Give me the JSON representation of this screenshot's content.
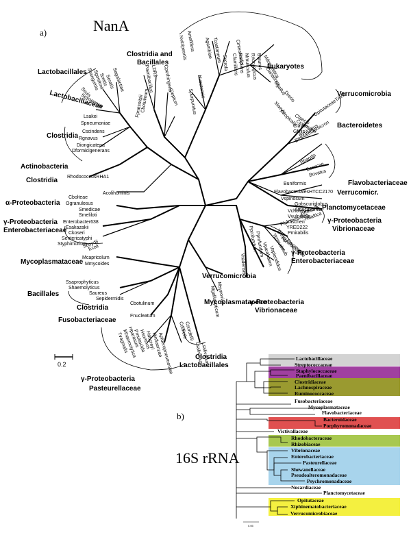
{
  "panel_a": {
    "letter": "a)",
    "title": "NanA",
    "scale_label": "0.2",
    "groups": {
      "eukaryotes": "Eukaryotes",
      "clostridia_bacillales": [
        "Clostridia and",
        "Bacillales"
      ],
      "lactobacillales": "Lactobacillales",
      "lactobacillaceae": "Lactobacillaceae",
      "clostridia_1": "Clostridia",
      "actinobacteria": "Actinobacteria",
      "clostridia_2": "Clostridia",
      "alpha_proteo": "α-Proteobacteria",
      "gamma_entero_left": [
        "γ-Proteobacteria",
        "Enterobacteriaceae"
      ],
      "mycoplasmataceae_left": "Mycoplasmataceae",
      "bacillales": "Bacillales",
      "clostridia_3": "Clostridia",
      "fusobacteriaceae": "Fusobacteriaceae",
      "gamma_pasteurellaceae": [
        "γ-Proteobacteria",
        "Pasteurellaceae"
      ],
      "clostridia_lacto": [
        "Clostridia",
        "Lactobacillales"
      ],
      "mycoplasmataceae_right": "Mycoplasmataceae",
      "verrucomicrobia_mid": "Verrucomicrobia",
      "gamma_vibrio_bottom": [
        "γ-Proteobacteria",
        "Vibrionaceae"
      ],
      "gamma_entero_right": [
        "γ-Proteobacteria",
        "Enterobacteriaceae"
      ],
      "gamma_vibrio_right": [
        "γ-Proteobacteria",
        "Vibrionaceae"
      ],
      "planctomycetaceae": "Planctomycetaceae",
      "verrucomicr": "Verrucomicr.",
      "flavobacteriaceae": "Flavobacteriaceae",
      "bacteroidetes": "Bacteroidetes",
      "verrucomicrobia_top": "Verrucomicrobia"
    },
    "leaves": {
      "eukaryotes": [
        "Nvitripennis",
        "Amellifera",
        "Agambiae",
        "Tcastaneum",
        "Spurpuratus",
        "Nvectensis",
        "Cintestinalis",
        "Mdomestica",
        "Oanatinus",
        "Ggallus",
        "Drerio",
        "Xlaevis",
        "Xtropicalis",
        "Cfamiliaris",
        "Hsapiens",
        "Mmusculus",
        "Rnorvegicus",
        "Btaurus",
        "Sscrofa"
      ],
      "clostridia_bacillales": [
        "Paenibacillus",
        "LDR2",
        "Cbotulinum",
        "Fpratsnitzii",
        "Cperfringens",
        "Cleptum"
      ],
      "lactobacillales": [
        "Ssanguinis",
        "Sgordonii",
        "Smitis",
        "Soralis",
        "Sagalactiae",
        "Ssuis",
        "Spyogenes",
        "Lsakei",
        "Spneumoniae"
      ],
      "clostridia_1": [
        "Cscindens",
        "Rgnavus",
        "Diongicatena",
        "Dformicigenerans"
      ],
      "actinobacteria": [
        "RhodococcusRHA1",
        "Acolihominis"
      ],
      "alpha_proteo": [
        "Cbolteae",
        "Ogranulosus",
        "Smedicae",
        "Smeliloti"
      ],
      "gamma_entero_left": [
        "Enterobacter638",
        "Esakazakii",
        "Ckoseri",
        "Sentericatyphi",
        "Styphimurium",
        "Ecoli",
        "Sboydii"
      ],
      "mycoplasmataceae_left": [
        "Mcapricolum",
        "Mmycoides"
      ],
      "bacillales": [
        "Ssaprophyticus",
        "Shaemolyticus",
        "Saureus",
        "Sepidermidis"
      ],
      "clostridia_3": [
        "Cbotulinum"
      ],
      "fusobacteriaceae": [
        "Fnucleatum"
      ],
      "gamma_pasteurellaceae": [
        "Hparasuis",
        "Mhaemolytica",
        "Tvaginalis",
        "Pmultocida",
        "Hsomnus",
        "Hducreyi",
        "Hinfluenzae",
        "Aplueropneumoniae"
      ],
      "clostridia_lacto": [
        "Cdifficile",
        "Csordellii",
        "Lsalivarius",
        "Lsalivarium"
      ],
      "mycoplasmataceae_right": [
        "Mgallisepticum",
        "Msynoviae"
      ],
      "verrucomicrobia_mid": [
        "Vradensis",
        "Pprofundum"
      ],
      "gamma_vibrio_bottom": [
        "Pprofundum",
        "Vparahaem",
        "Vsplendidus"
      ],
      "gamma_entero_right": [
        "Ypseudotub",
        "Ypestis",
        "Kpneumoniae",
        "Emcroveri",
        "Pmirabilis",
        "YRED222",
        "Pluminescens"
      ],
      "gamma_vibrio_right": [
        "Vcholerae",
        "Vvulnificus",
        "Vfischeri"
      ],
      "bacteroidetes": [
        "Cfaecis",
        "Cjohnsonii",
        "Bvulgatus",
        "Bfragilis",
        "Bthetaiotaomicron",
        "Bcaccae",
        "Bovatus",
        "Buniformis"
      ],
      "flavobacteriaceae": [
        "FlavobacterialesHTCC2170",
        "Vspinosum",
        "Gobscuriglobus",
        "Amuciniphila"
      ],
      "planctomycetaceae": [
        "Bmarina",
        "Rbaltica"
      ],
      "verrucomicrobia_top": [
        "OpitutaceaeTAV2",
        "Clavus",
        "Gfillis"
      ]
    }
  },
  "panel_b": {
    "letter": "b)",
    "title": "16S rRNA",
    "scale_label": "0.05",
    "families": [
      "Lactobacillaceae",
      "Streptococcaceae",
      "Staphylococcaceae",
      "Paenibacillaceae",
      "Clostridiaceae",
      "Lachnospiraceae",
      "Ruminococcaceae",
      "Fusobacteriaceae",
      "Mycoplasmataceae",
      "Flavobacteriaceae",
      "Bacteroidaceae",
      "Porphyromonadaceae",
      "Victivallaceae",
      "Rhodobacteraceae",
      "Rhizobiaceae",
      "Vibrionaceae",
      "Enterobacteriaceae",
      "Pasteurellaceae",
      "Shewanellaceae",
      "Pseudoalteromonadaceae",
      "Psychromonadaceae",
      "Nocardiaceae",
      "Planctomycetaceae",
      "Opitutaceae",
      "Xiphinematobacteriaceae",
      "Verrucomicrobiaceae"
    ],
    "highlight_colors": {
      "lacto": "#d3d3d3",
      "staph": "#a040a0",
      "clostr": "#9a9a30",
      "bactero": "#e05050",
      "rhodo": "#a8c850",
      "proteo": "#a8d4ec",
      "verruco": "#f4f040"
    }
  }
}
